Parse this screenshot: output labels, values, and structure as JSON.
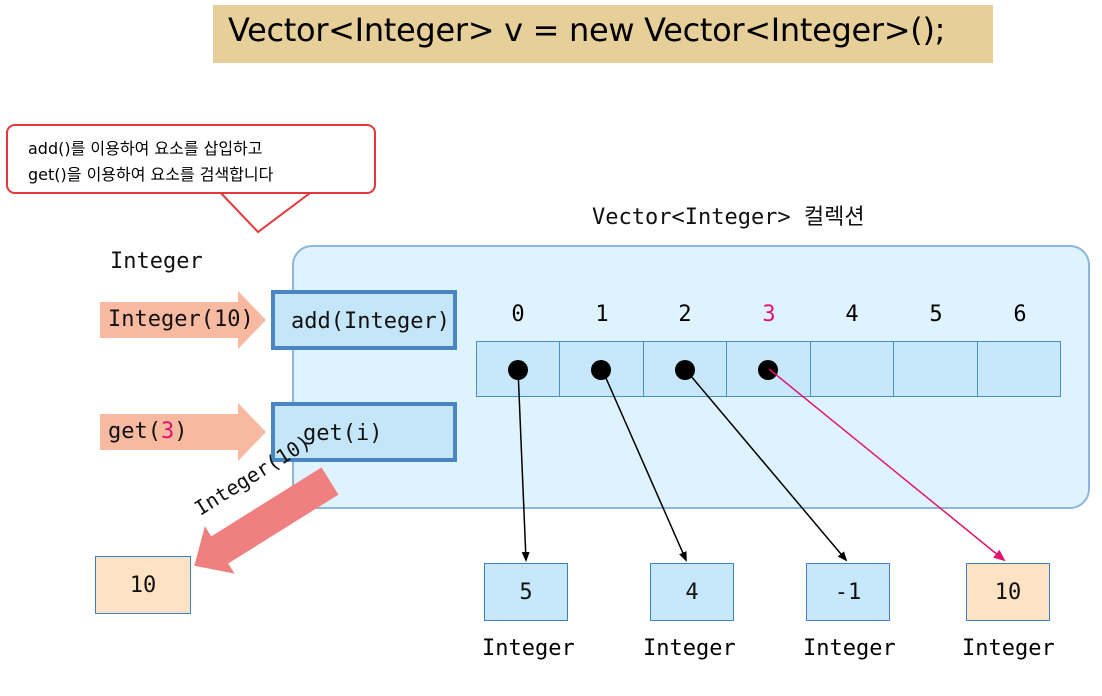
{
  "title": "Vector<Integer> v = new Vector<Integer>();",
  "callout": {
    "line1": "add()를 이용하여 요소를 삽입하고",
    "line2": "get()을 이용하여 요소를 검색합니다"
  },
  "collection_label": "Vector<Integer> 컬렉션",
  "integer_label": "Integer",
  "add_arrow": {
    "label": "Integer(10)"
  },
  "get_arrow": {
    "label_prefix": "get(",
    "label_arg": "3",
    "label_suffix": ")"
  },
  "methods": {
    "add": "add(Integer)",
    "get": "get(i)"
  },
  "return_arrow_label": "Integer(10)",
  "returned_value": "10",
  "indices": [
    "0",
    "1",
    "2",
    "3",
    "4",
    "5",
    "6"
  ],
  "highlight_index": "3",
  "elements": [
    {
      "value": "5",
      "type": "Integer"
    },
    {
      "value": "4",
      "type": "Integer"
    },
    {
      "value": "-1",
      "type": "Integer"
    },
    {
      "value": "10",
      "type": "Integer"
    }
  ],
  "colors": {
    "highlight": "#e2136e",
    "arrow_salmon": "#f7b9a0",
    "return_arrow": "#f08080",
    "value_box_blue": "#c6e8fa",
    "value_box_cream": "#fde2c4"
  }
}
